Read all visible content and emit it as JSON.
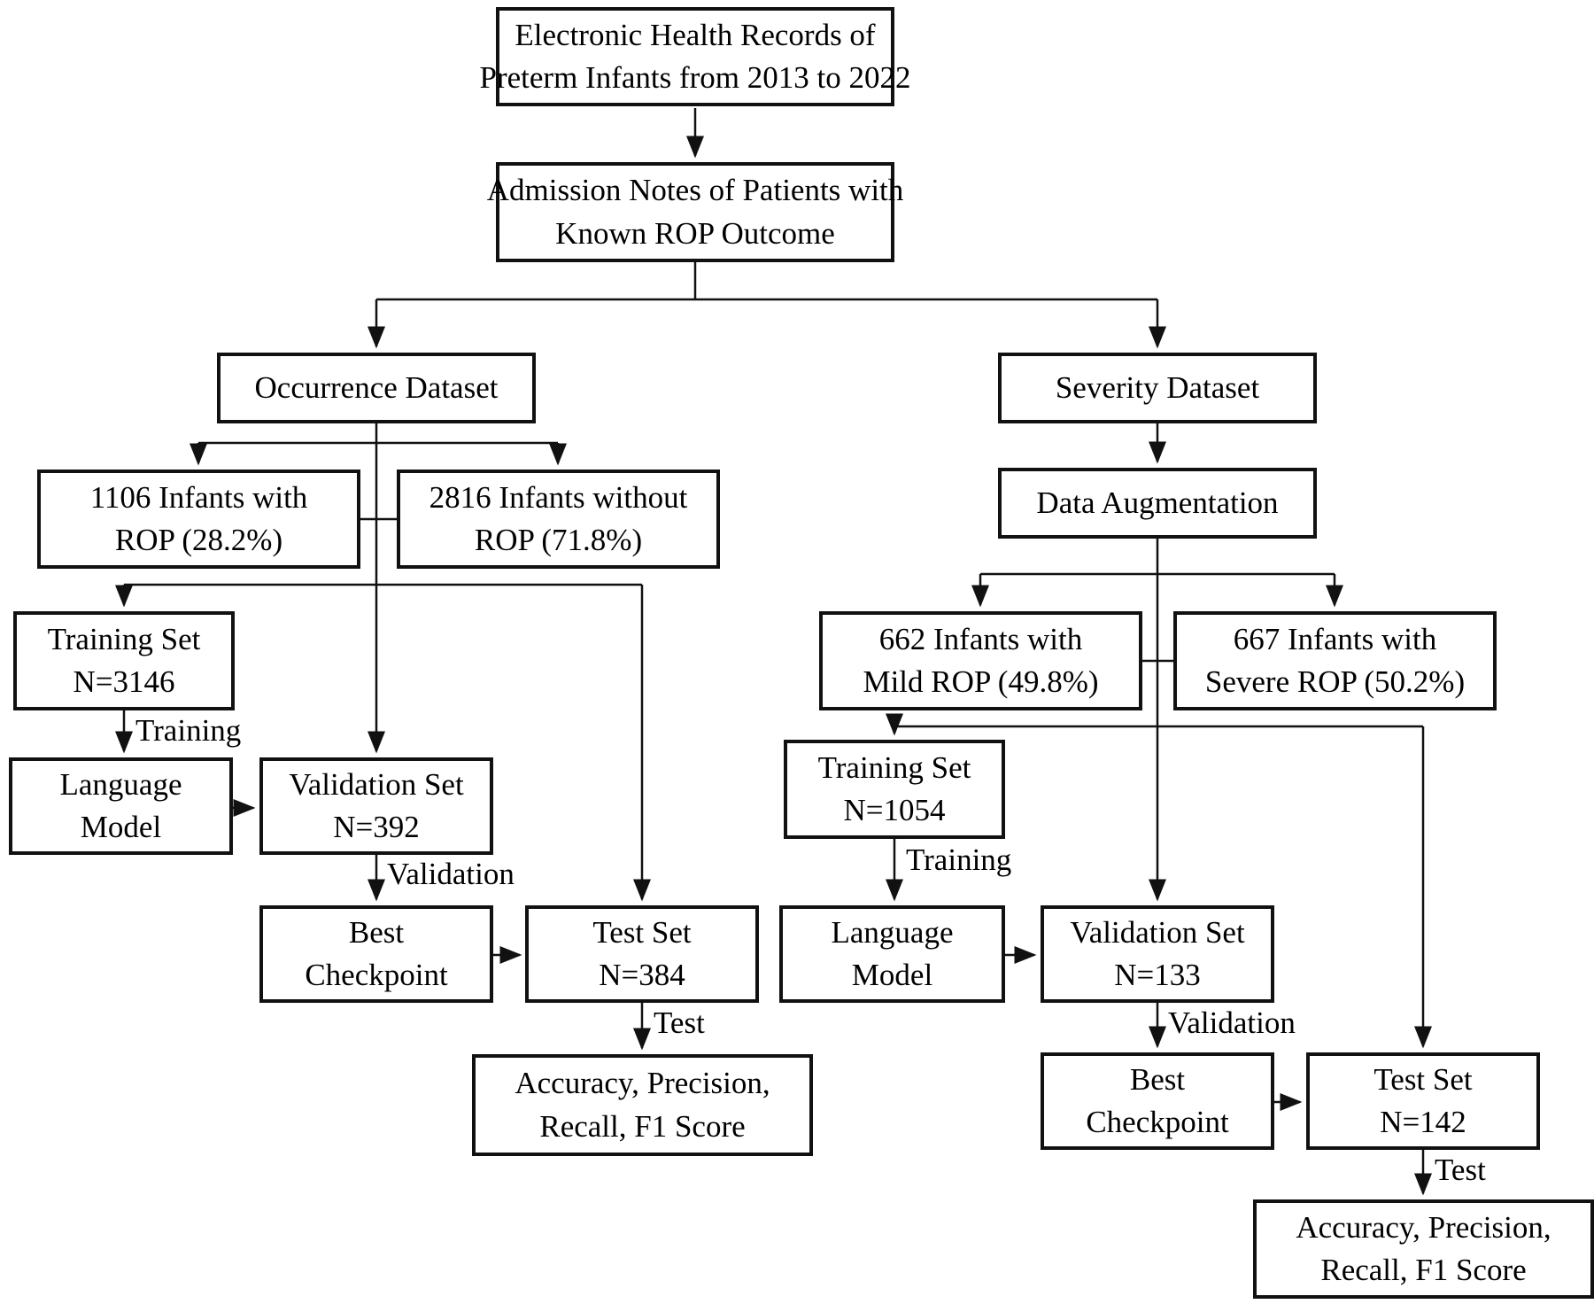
{
  "diagram": {
    "boxes": {
      "ehr": {
        "line1": "Electronic Health Records of",
        "line2": "Preterm Infants from 2013 to 2022"
      },
      "admission": {
        "line1": "Admission Notes of Patients with",
        "line2": "Known ROP Outcome"
      },
      "occurrence_dataset": {
        "line1": "Occurrence Dataset"
      },
      "severity_dataset": {
        "line1": "Severity Dataset"
      },
      "data_augmentation": {
        "line1": "Data Augmentation"
      },
      "rop_infants": {
        "line1": "1106 Infants with",
        "line2": "ROP (28.2%)"
      },
      "no_rop_infants": {
        "line1": "2816 Infants without",
        "line2": "ROP (71.8%)"
      },
      "occ_training_set": {
        "line1": "Training Set",
        "line2": "N=3146"
      },
      "occ_language_model": {
        "line1": "Language",
        "line2": "Model"
      },
      "occ_validation_set": {
        "line1": "Validation Set",
        "line2": "N=392"
      },
      "occ_best_checkpoint": {
        "line1": "Best",
        "line2": "Checkpoint"
      },
      "occ_test_set": {
        "line1": "Test Set",
        "line2": "N=384"
      },
      "occ_metrics": {
        "line1": "Accuracy, Precision,",
        "line2": "Recall, F1 Score"
      },
      "mild_infants": {
        "line1": "662 Infants with",
        "line2": "Mild ROP (49.8%)"
      },
      "severe_infants": {
        "line1": "667 Infants with",
        "line2": "Severe ROP (50.2%)"
      },
      "sev_training_set": {
        "line1": "Training Set",
        "line2": "N=1054"
      },
      "sev_language_model": {
        "line1": "Language",
        "line2": "Model"
      },
      "sev_validation_set": {
        "line1": "Validation Set",
        "line2": "N=133"
      },
      "sev_best_checkpoint": {
        "line1": "Best",
        "line2": "Checkpoint"
      },
      "sev_test_set": {
        "line1": "Test Set",
        "line2": "N=142"
      },
      "sev_metrics": {
        "line1": "Accuracy, Precision,",
        "line2": "Recall, F1 Score"
      }
    },
    "edge_labels": {
      "occ_training": "Training",
      "occ_validation": "Validation",
      "occ_test": "Test",
      "sev_training": "Training",
      "sev_validation": "Validation",
      "sev_test": "Test"
    },
    "colors": {
      "line": "#111111",
      "text": "#000000",
      "background": "#ffffff"
    }
  }
}
